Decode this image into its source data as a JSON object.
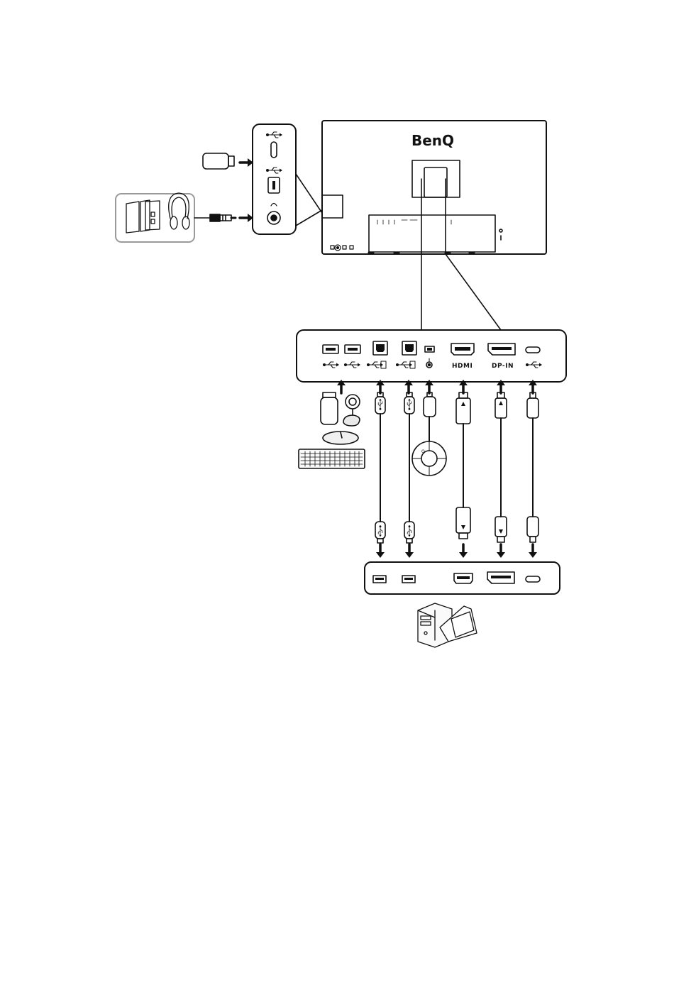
{
  "monitor": {
    "brand": "BenQ"
  },
  "side_panel": {
    "ports": [
      {
        "name": "usb-c",
        "icon": "usb-icon"
      },
      {
        "name": "usb-a",
        "icon": "usb-icon"
      },
      {
        "name": "headphone-jack",
        "icon": "headphone-icon"
      }
    ],
    "devices": [
      "usb-flash-drive",
      "speakers",
      "headphones"
    ]
  },
  "rear_panel": {
    "labels": {
      "hdmi": "HDMI",
      "dp": "DP-IN"
    },
    "ports": [
      "usb-a",
      "usb-a",
      "usb-b",
      "usb-b",
      "mini-usb",
      "audio",
      "hdmi",
      "displayport",
      "usb-c"
    ],
    "devices": [
      "usb-flash-drive",
      "webcam",
      "mouse",
      "keyboard",
      "hotkey-puck"
    ]
  },
  "computer": {
    "ports": [
      "usb-a",
      "usb-a",
      "hdmi",
      "displayport",
      "usb-c"
    ]
  }
}
